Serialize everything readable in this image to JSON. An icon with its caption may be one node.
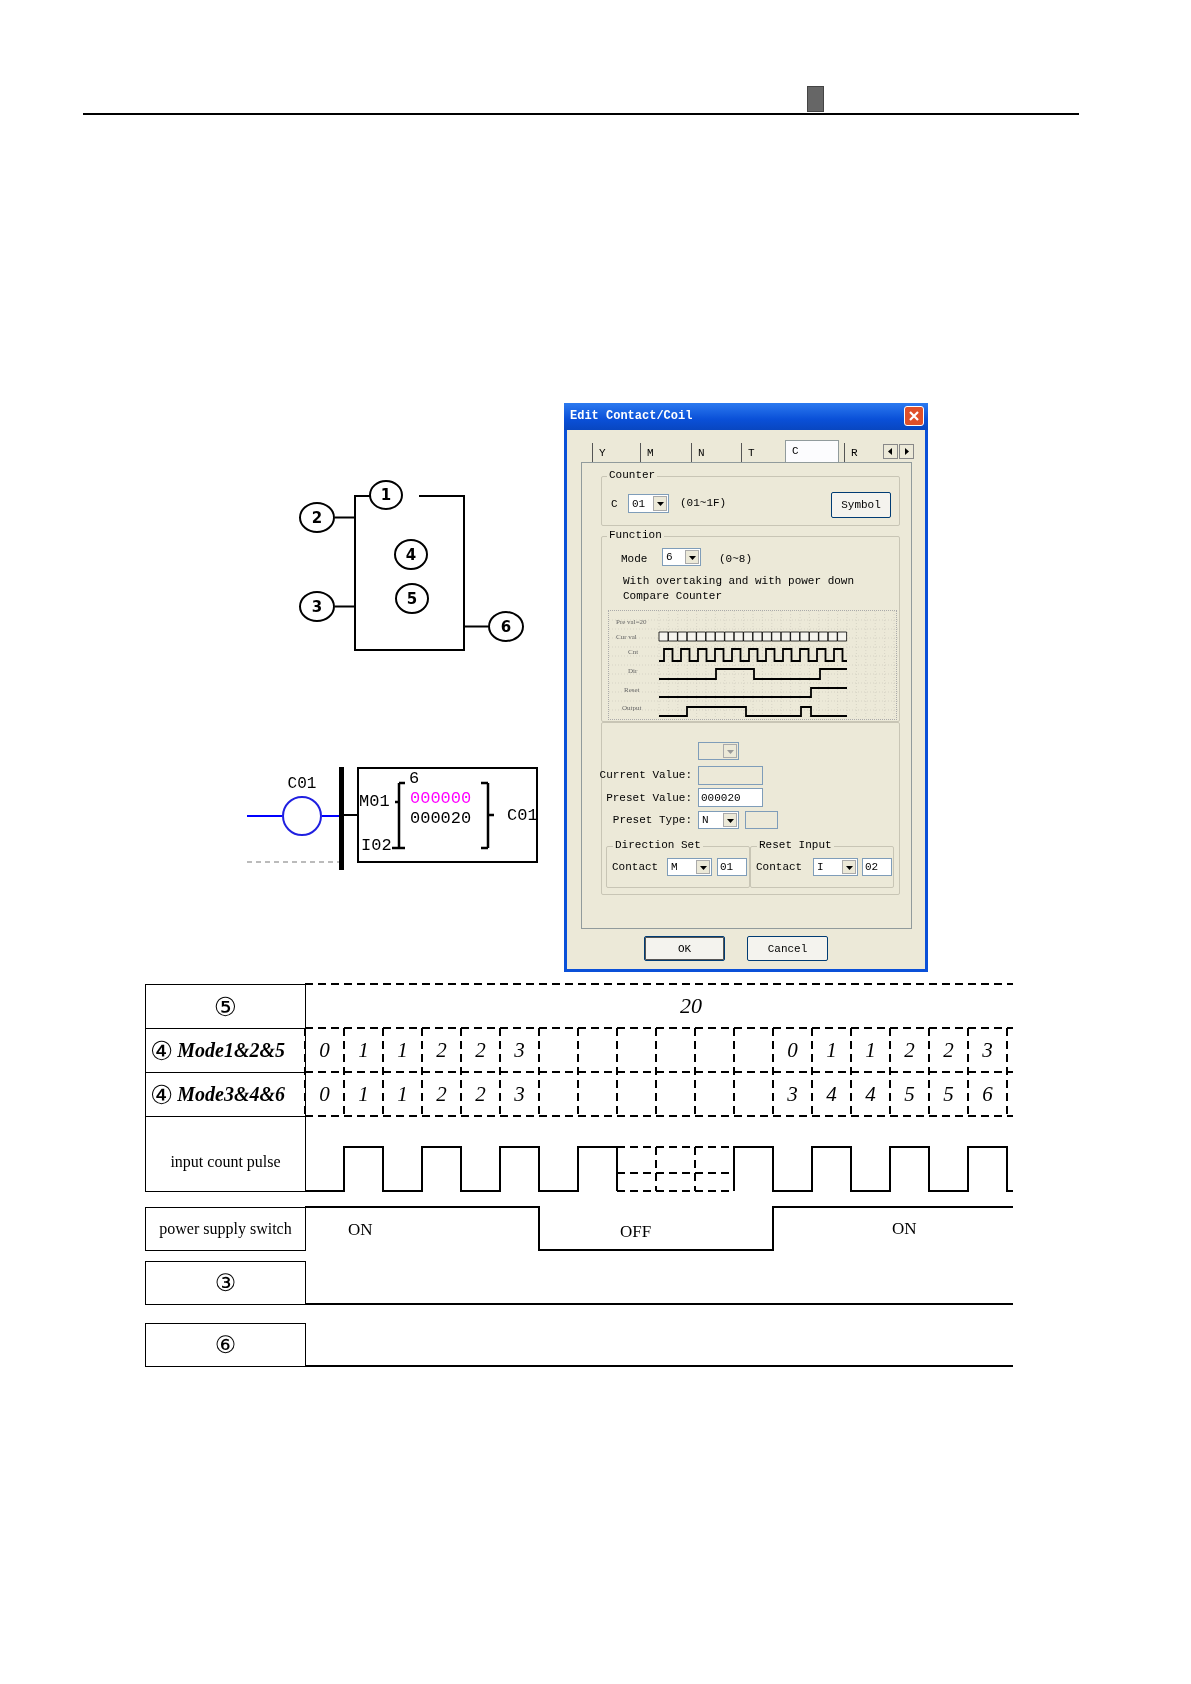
{
  "diagram": {
    "nodes": [
      {
        "text": [],
        "shape": "box"
      },
      {
        "text": [
          "1"
        ]
      },
      {
        "text": [
          "2"
        ]
      },
      {
        "text": [
          "3"
        ]
      },
      {
        "text": [
          "4"
        ],
        "in": 0
      },
      {
        "text": [
          "5"
        ],
        "in": 0
      },
      {
        "text": [
          "6"
        ]
      },
      {
        "text": [
          "C01"
        ]
      },
      {
        "text": [],
        "shape": "bar"
      },
      {
        "text": [
          "6",
          "000000",
          "000020",
          "M01",
          "I02",
          "C01"
        ]
      }
    ],
    "edges": [
      {
        "from": 2,
        "to": 0,
        "arrow": "none"
      },
      {
        "from": 3,
        "to": 0,
        "arrow": "none"
      },
      {
        "from": 0,
        "to": 6,
        "arrow": "none"
      },
      {
        "from": null,
        "to": 7,
        "arrow": "none",
        "color": "#0000ff"
      },
      {
        "from": 7,
        "to": 8,
        "arrow": "none",
        "color": "#0000ff"
      },
      {
        "from": 8,
        "to": 9,
        "arrow": "none"
      },
      {
        "from": null,
        "to": 8,
        "arrow": "none",
        "style": "dashed",
        "color": "#bbbbbb"
      }
    ],
    "labels": [
      "Edit Contact/Coil",
      "Y",
      "M",
      "N",
      "T",
      "C",
      "R",
      "Counter",
      "C",
      "01",
      "(01~1F)",
      "Symbol",
      "Function",
      "Mode",
      "6",
      "(0~8)",
      "With overtaking and with power down",
      "Compare Counter",
      "Pre val=20",
      "Cur val",
      "Cnt",
      "Dir",
      "Reset",
      "Output",
      "Current Value:",
      "Preset Value:",
      "000020",
      "Preset Type:",
      "N",
      "Direction Set",
      "Reset Input",
      "Contact",
      "M",
      "01",
      "Contact",
      "I",
      "02",
      "OK",
      "Cancel",
      "⑤",
      "20",
      "④",
      "Mode1&2&5",
      "0",
      "1",
      "1",
      "2",
      "2",
      "3",
      "0",
      "1",
      "1",
      "2",
      "2",
      "3",
      "④",
      "Mode3&4&6",
      "0",
      "1",
      "1",
      "2",
      "2",
      "3",
      "3",
      "4",
      "4",
      "5",
      "5",
      "6",
      "input count pulse",
      "power supply switch",
      "ON",
      "OFF",
      "ON",
      "③",
      "⑥"
    ]
  }
}
